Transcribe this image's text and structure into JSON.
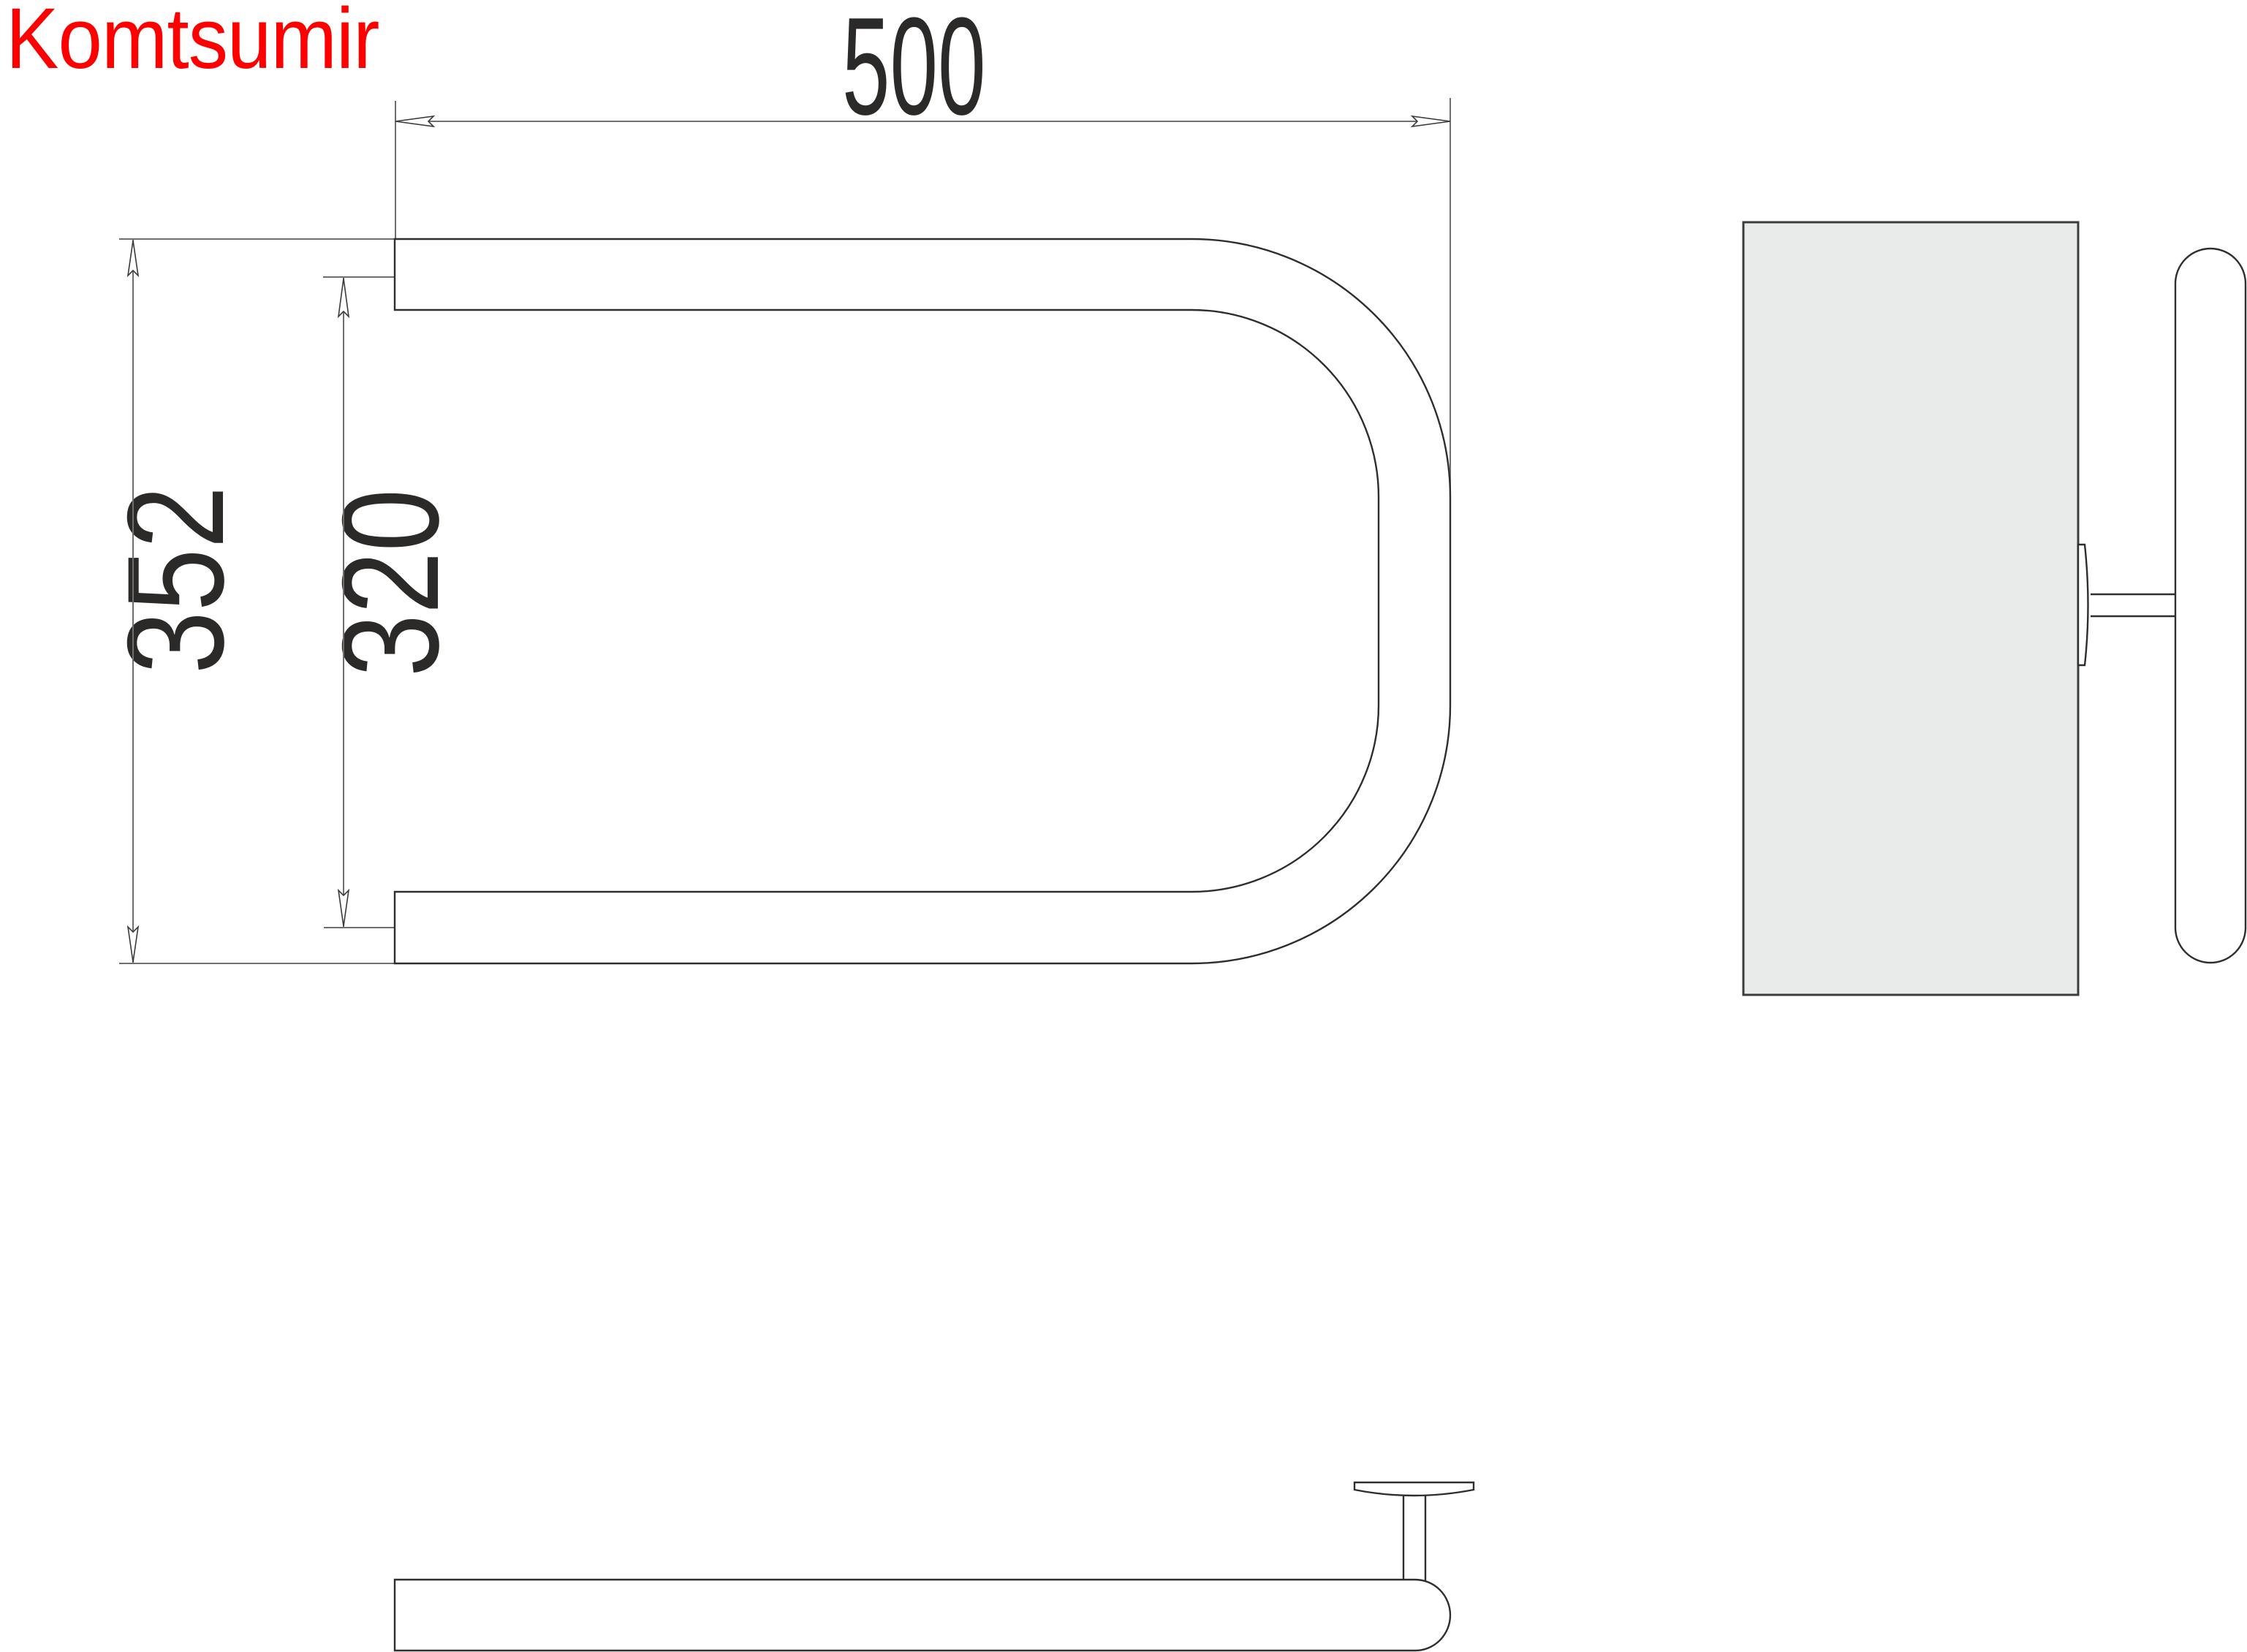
{
  "brand": {
    "label": "Komtsumir",
    "color": "#ff0000"
  },
  "dimensions": {
    "width_label": "500",
    "outer_height_label": "352",
    "inner_height_label": "320",
    "text_color": "#2b2a28"
  },
  "views": {
    "front": "front-view-u-shaped-rail",
    "side": "side-view-with-wall-panel",
    "top": "top-view-rail-with-bracket"
  },
  "colors": {
    "wall_panel": "#e9ebea",
    "line": "#2e2e2e",
    "dimension_line": "#6e6e6e"
  }
}
